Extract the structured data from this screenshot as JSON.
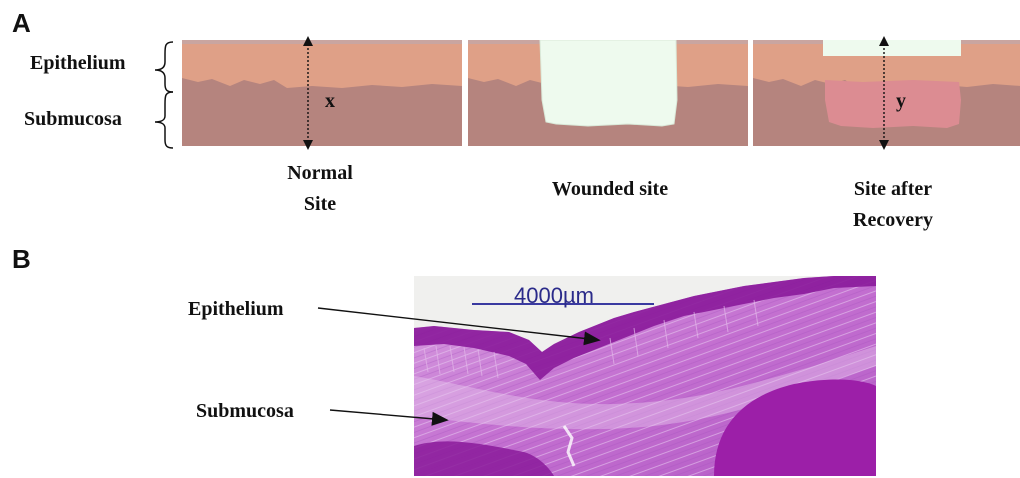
{
  "panel_a": {
    "letter": "A",
    "layer_labels": {
      "epithelium": "Epithelium",
      "submucosa": "Submucosa"
    },
    "measure_labels": {
      "normal": "x",
      "recovery": "y"
    },
    "captions": {
      "normal": [
        "Normal",
        "Site"
      ],
      "wounded": "Wounded site",
      "recovery": [
        "Site after",
        "Recovery"
      ]
    },
    "colors": {
      "epithelium": "#dfa087",
      "submucosa": "#b5847e",
      "wound": "#eefaee",
      "regenerated": "#dc8c92"
    }
  },
  "panel_b": {
    "letter": "B",
    "scale_bar": "4000µm",
    "labels": {
      "epithelium": "Epithelium",
      "submucosa": "Submucosa"
    },
    "colors": {
      "tissue": "#c36fd0",
      "dark": "#8a1a9a",
      "background": "#f0f0ee"
    }
  }
}
